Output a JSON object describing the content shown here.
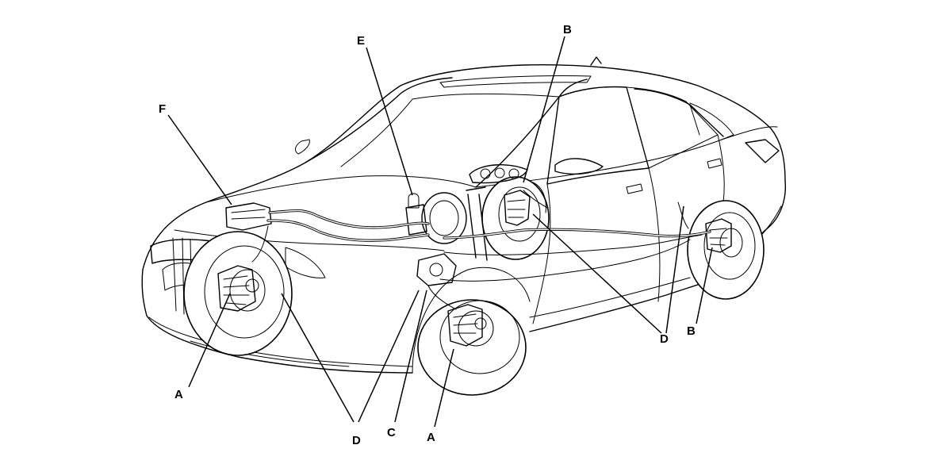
{
  "diagram": {
    "callouts": {
      "a_front_left": "A",
      "a_front_right": "A",
      "b_top": "B",
      "b_rear": "B",
      "c": "C",
      "d_front": "D",
      "d_rear": "D",
      "e": "E",
      "f": "F"
    }
  }
}
